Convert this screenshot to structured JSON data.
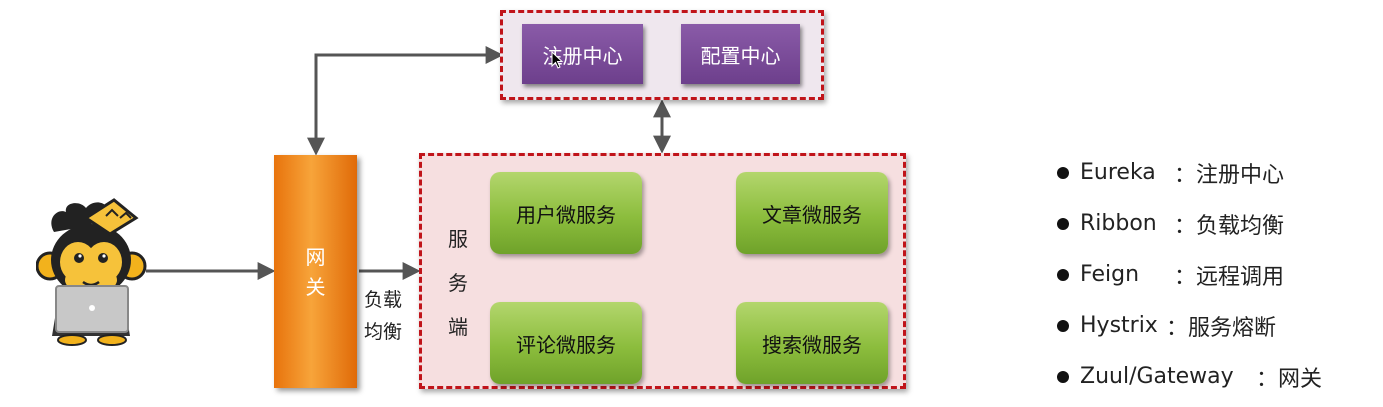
{
  "registry": {
    "register_center": "注册中心",
    "config_center": "配置中心"
  },
  "gateway": {
    "line1": "网",
    "line2": "关"
  },
  "load_balance_label": {
    "line1": "负载",
    "line2": "均衡"
  },
  "server_side_label": [
    "服",
    "务",
    "端"
  ],
  "services": {
    "user": "用户微服务",
    "article": "文章微服务",
    "comment": "评论微服务",
    "search": "搜索微服务"
  },
  "legend": [
    {
      "term": "Eureka",
      "sep": "：",
      "desc": "注册中心"
    },
    {
      "term": "Ribbon",
      "sep": "：",
      "desc": "负载均衡"
    },
    {
      "term": "Feign",
      "sep": "：",
      "desc": "远程调用"
    },
    {
      "term": "Hystrix",
      "sep": "： ",
      "desc": "服务熔断"
    },
    {
      "term": "Zuul/Gateway",
      "sep": "：",
      "desc": "网关"
    }
  ],
  "colors": {
    "dashed_border": "#c0141a",
    "purple": "#7a4c9a",
    "green": "#8cbd3d",
    "orange": "#f08a1e",
    "arrow": "#555555"
  }
}
